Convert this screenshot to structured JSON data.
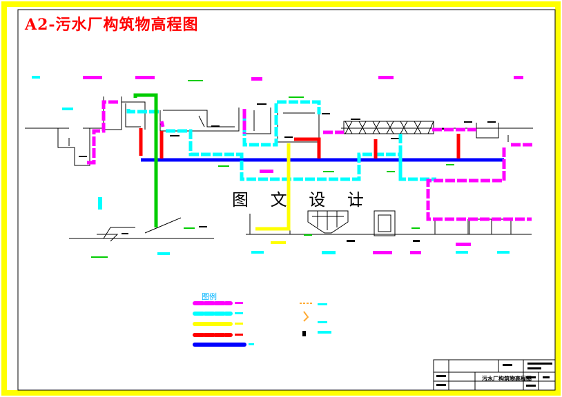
{
  "drawing": {
    "title": "A2-污水厂构筑物高程图",
    "watermark": "图 文 设 计"
  },
  "legend": {
    "title": "图例",
    "entries": [
      {
        "icon": "sludge-line-magenta",
        "color": "#ff00ff"
      },
      {
        "icon": "water-line-cyan",
        "color": "#00ffff"
      },
      {
        "icon": "air-line-yellow",
        "color": "#ffff00"
      },
      {
        "icon": "return-line-red",
        "color": "#ff0000"
      },
      {
        "icon": "main-line-blue",
        "color": "#0000ff"
      }
    ]
  },
  "title_block": {
    "drawing_name": "污水厂构筑物高程图"
  },
  "colors": {
    "frame": "#ffff00",
    "sludge": "#ff00ff",
    "water": "#00ffff",
    "air": "#ffff00",
    "return": "#ff0000",
    "main": "#0000ff",
    "chemical": "#00cc00",
    "title": "#ff0000"
  }
}
